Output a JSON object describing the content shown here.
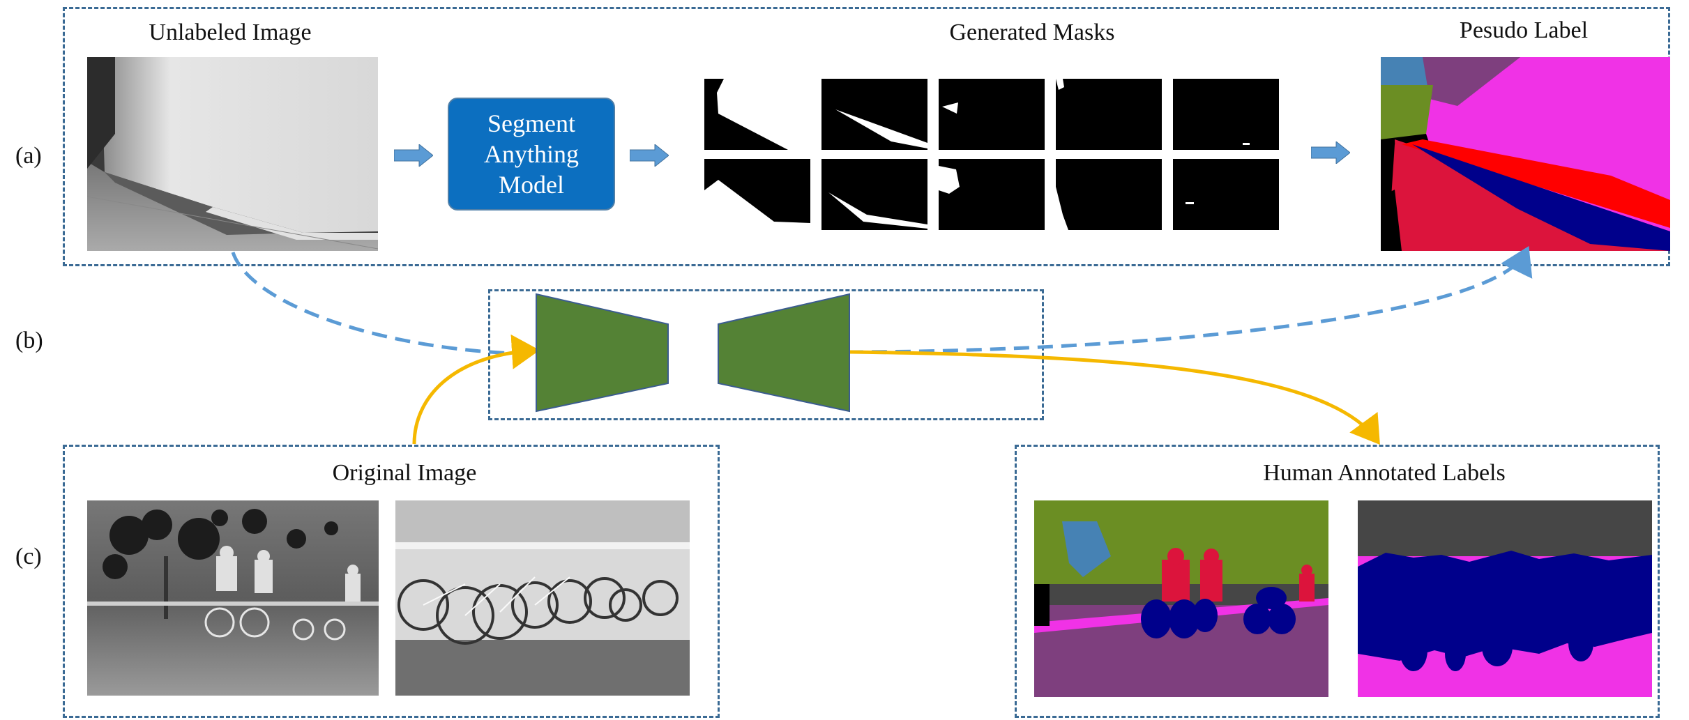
{
  "row_labels": {
    "a": "(a)",
    "b": "(b)",
    "c": "(c)"
  },
  "titles": {
    "unlabeled_image": "Unlabeled Image",
    "generated_masks": "Generated Masks",
    "pseudo_label": "Pesudo Label",
    "original_image": "Original Image",
    "human_annotated_labels": "Human Annotated Labels"
  },
  "sam": {
    "line1": "Segment",
    "line2": "Anything",
    "line3": "Model"
  },
  "colors": {
    "dash_border": "#3a6a94",
    "sam_fill": "#0c6fc0",
    "block_arrow": "#5b9bd5",
    "encoder_fill": "#548235",
    "dashed_arrow": "#5b9bd5",
    "yellow_arrow": "#f5b800",
    "label_magenta": "#f032e6",
    "label_red": "#ff0000",
    "label_crimson": "#dc143c",
    "label_navy": "#00008b",
    "label_olive": "#6b8e23",
    "label_steelblue": "#4682b4",
    "label_purple": "#7e3f7e",
    "label_gray": "#464646"
  }
}
